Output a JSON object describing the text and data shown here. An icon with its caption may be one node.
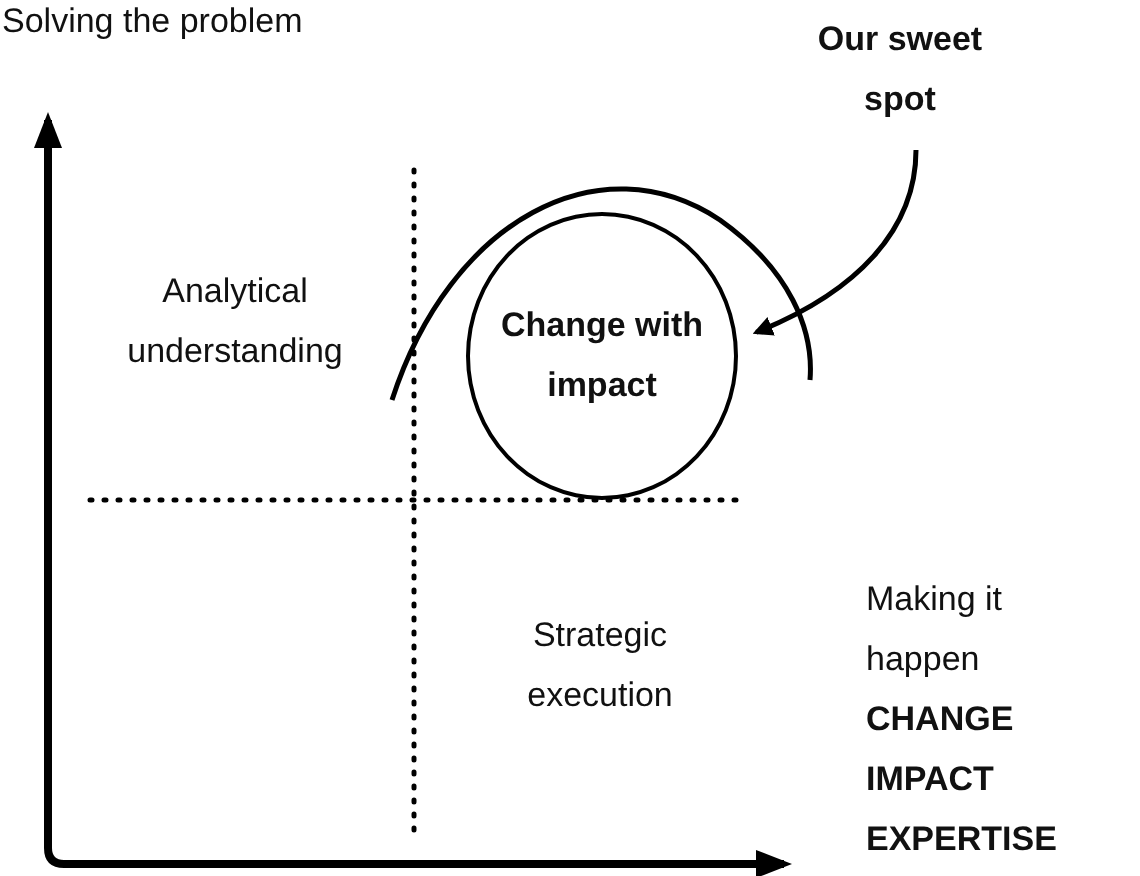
{
  "diagram": {
    "nodes": [
      {
        "text": [
          "Our sweet spot"
        ]
      },
      {
        "text": [
          "Change with impact"
        ]
      }
    ],
    "edges": [
      {
        "from": 0,
        "to": 1,
        "arrow": "to"
      }
    ],
    "labels": [
      "Solving the problem",
      "Analytical understanding",
      "Strategic execution",
      "Making it happen",
      "CHANGE",
      "IMPACT",
      "EXPERTISE"
    ]
  }
}
